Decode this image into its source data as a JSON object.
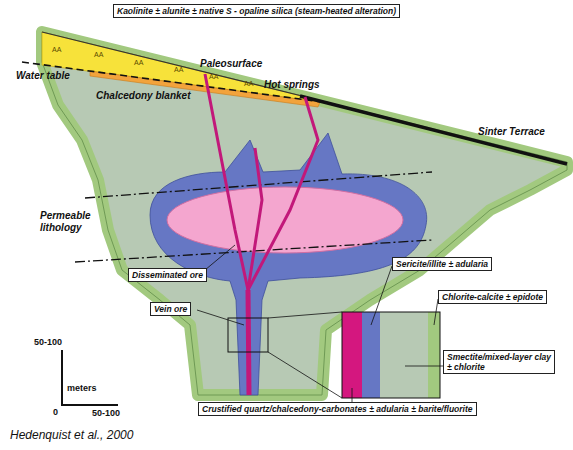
{
  "diagram": {
    "caption": "Hedenquist et al., 2000",
    "nodes": [
      {
        "text": [
          "Kaolinite ± alunite ± native S - opaline silica (steam-heated alteration)"
        ]
      },
      {
        "text": [
          "Sericite/illite ± adularia"
        ]
      },
      {
        "text": [
          "Disseminated ore"
        ]
      },
      {
        "text": [
          "Chlorite-calcite ± epidote"
        ]
      },
      {
        "text": [
          "Vein ore"
        ]
      },
      {
        "text": [
          "Smectite/mixed-layer clay ± chlorite"
        ]
      },
      {
        "text": [
          "Crustified quartz/chalcedony-carbonates ± adularia ± barite/fluorite"
        ]
      }
    ],
    "labels": [
      "Paleosurface",
      "Hot springs",
      "Water table",
      "AA",
      "AA",
      "AA",
      "AA",
      "AA",
      "AA",
      "Chalcedony blanket",
      "Sinter Terrace",
      "Permeable lithology",
      "50-100",
      "meters",
      "0",
      "50-100"
    ]
  }
}
